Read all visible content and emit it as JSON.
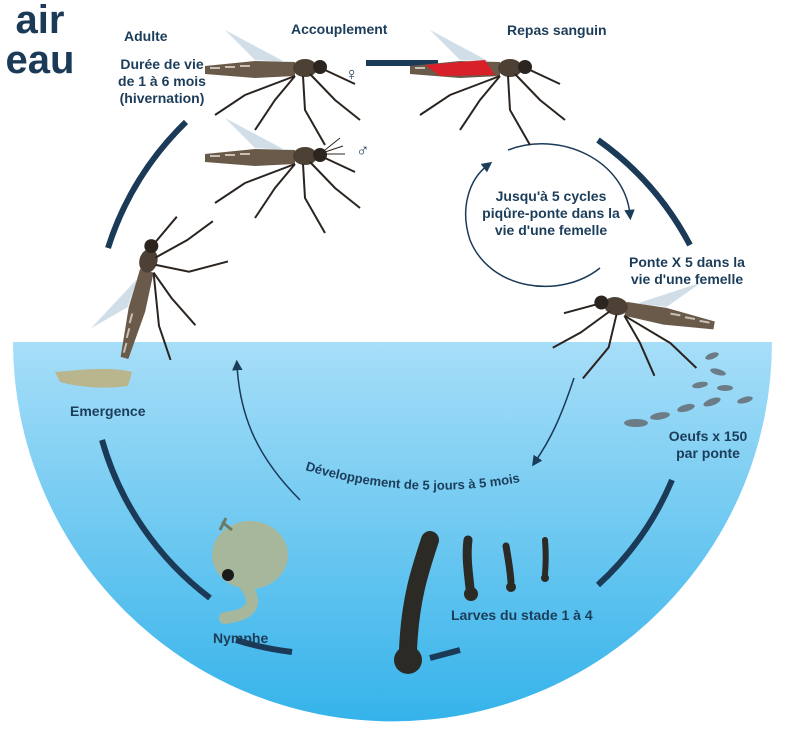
{
  "medium": {
    "air": "air",
    "water": "eau"
  },
  "stages": {
    "adult": {
      "title": "Adulte",
      "lifespan": [
        "Durée de vie",
        "de 1 à 6 mois",
        "(hivernation)"
      ]
    },
    "mating": "Accouplement",
    "female_symbol": "♀",
    "male_symbol": "♂",
    "blood_meal": "Repas sanguin",
    "cycles": [
      "Jusqu'à 5 cycles",
      "piqûre-ponte dans la",
      "vie d'une femelle"
    ],
    "laying": [
      "Ponte X 5 dans la",
      "vie d'une femelle"
    ],
    "eggs": [
      "Oeufs x 150",
      "par ponte"
    ],
    "larvae": "Larves du stade 1 à 4",
    "pupa": "Nymphe",
    "emergence": "Emergence",
    "development": "Développement de 5 jours à 5 mois"
  },
  "colors": {
    "water_top": "#9fdcf8",
    "water_bottom": "#38b6ec",
    "text": "#1c3d5a",
    "blood": "#d8202a",
    "mosquito": "#6a5a4a"
  }
}
